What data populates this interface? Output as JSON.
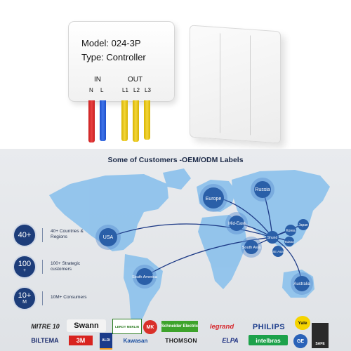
{
  "module": {
    "model": "Model: 024-3P",
    "type": "Type: Controller",
    "in_label": "IN",
    "out_label": "OUT",
    "pins": [
      "N",
      "L",
      "L1",
      "L2",
      "L3"
    ]
  },
  "title": "Some of Customers -OEM/ODM Labels",
  "map": {
    "regions": [
      "USA",
      "South America",
      "Europe",
      "Russia",
      "Mid-East",
      "South Asia",
      "Shund",
      "Korea",
      "Japan",
      "Taiwan",
      "SE Asia",
      "Australia"
    ]
  },
  "stats": [
    {
      "value": "40+",
      "suffix": "",
      "label": "40+ Countries & Regions"
    },
    {
      "value": "100",
      "suffix": "+",
      "label": "100+ Strategic customers"
    },
    {
      "value": "10+",
      "suffix": "M",
      "label": "10M+ Consumers"
    }
  ],
  "logos": {
    "row1": [
      "MITRE 10",
      "Swann",
      "LEROY MERLIN",
      "MK",
      "Schneider Electric",
      "legrand",
      "PHILIPS",
      "Yale"
    ],
    "row2": [
      "BILTEMA",
      "3M",
      "ALDI",
      "Kawasan",
      "THOMSON",
      "ELPA",
      "intelbras",
      "GE",
      "SAFE"
    ]
  },
  "colors": {
    "map_land": "#8fc3ec",
    "hub": "#2a5fa8",
    "route": "#1d3a86",
    "stat_circle": "#1d3d7a"
  }
}
